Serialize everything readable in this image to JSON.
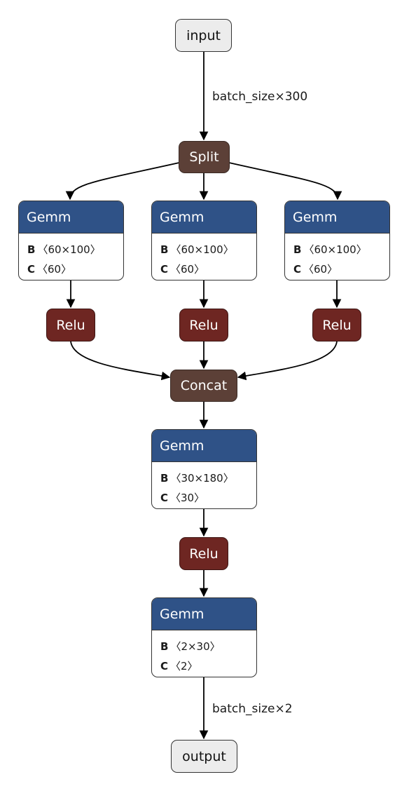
{
  "nodes": {
    "input": {
      "label": "input"
    },
    "split": {
      "label": "Split"
    },
    "gemm_a": {
      "title": "Gemm",
      "attrs": [
        {
          "name": "B",
          "value": "〈60×100〉"
        },
        {
          "name": "C",
          "value": "〈60〉"
        }
      ]
    },
    "gemm_b": {
      "title": "Gemm",
      "attrs": [
        {
          "name": "B",
          "value": "〈60×100〉"
        },
        {
          "name": "C",
          "value": "〈60〉"
        }
      ]
    },
    "gemm_c": {
      "title": "Gemm",
      "attrs": [
        {
          "name": "B",
          "value": "〈60×100〉"
        },
        {
          "name": "C",
          "value": "〈60〉"
        }
      ]
    },
    "relu_a": {
      "label": "Relu"
    },
    "relu_b": {
      "label": "Relu"
    },
    "relu_c": {
      "label": "Relu"
    },
    "concat": {
      "label": "Concat"
    },
    "gemm_d": {
      "title": "Gemm",
      "attrs": [
        {
          "name": "B",
          "value": "〈30×180〉"
        },
        {
          "name": "C",
          "value": "〈30〉"
        }
      ]
    },
    "relu_d": {
      "label": "Relu"
    },
    "gemm_e": {
      "title": "Gemm",
      "attrs": [
        {
          "name": "B",
          "value": "〈2×30〉"
        },
        {
          "name": "C",
          "value": "〈2〉"
        }
      ]
    },
    "output": {
      "label": "output"
    }
  },
  "edges": {
    "input_to_split": "batch_size×300",
    "gemm_to_output": "batch_size×2"
  },
  "colors": {
    "gemm_header": "#2f5287",
    "split_concat": "#5c4037",
    "relu": "#6e2622",
    "io": "#ececec"
  }
}
